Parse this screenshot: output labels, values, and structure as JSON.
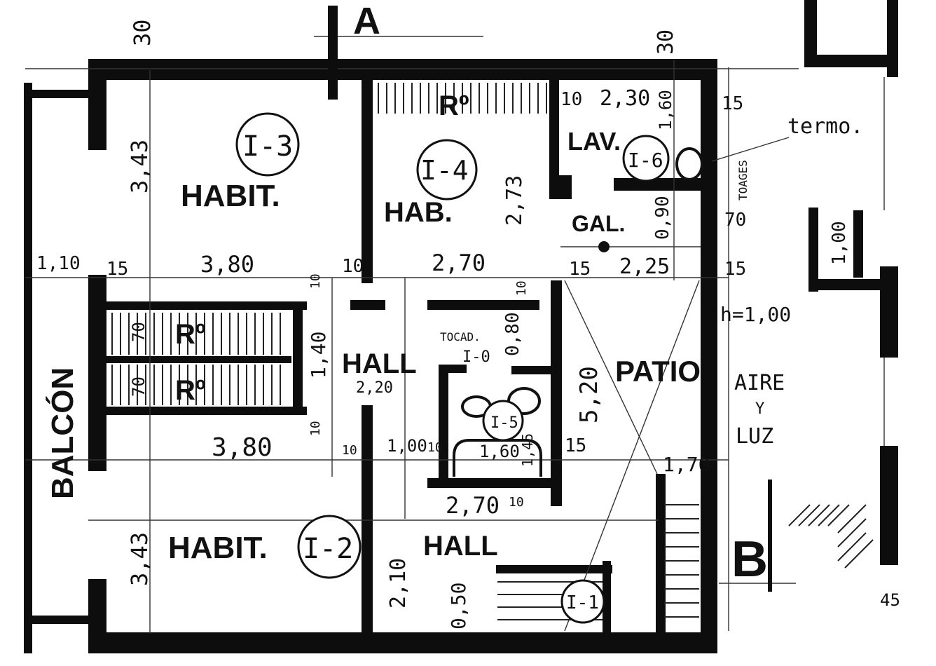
{
  "plan": {
    "section_marks": {
      "a": "A",
      "b": "B"
    },
    "dims": {
      "top_left_30": "30",
      "top_right_30": "30",
      "d_343_top": "3,43",
      "d_343_bottom": "3,43",
      "d_110": "1,10",
      "d_15_left": "15",
      "d_380_top": "3,80",
      "d_10_a": "10",
      "d_270_top": "2,70",
      "d_273": "2,73",
      "d_10_b": "10",
      "d_230": "2,30",
      "d_160": "1,60",
      "d_15_r1": "15",
      "d_70": "70",
      "d_15_r2": "15",
      "d_15_mid": "15",
      "d_225": "2,25",
      "d_090": "0,90",
      "d_10_c": "10",
      "d_140": "1,40",
      "d_10_d": "10",
      "d_70_a": "70",
      "d_70_b": "70",
      "d_220": "2,20",
      "d_380_mid": "3,80",
      "d_10_e": "10",
      "d_100": "1,00",
      "d_10_f": "10",
      "d_080": "0,80",
      "d_10_g": "10",
      "d_520": "5,20",
      "d_15_h": "15",
      "d_160_b": "1,60",
      "d_145": "1,45",
      "d_270_bot": "2,70",
      "d_10_h": "10",
      "d_210": "2,10",
      "d_050": "0,50",
      "d_170": "1,70",
      "d_h100": "h=1,00",
      "d_100_right": "1,00",
      "d_45": "45"
    },
    "rooms": {
      "habit_top": "HABIT.",
      "hab": "HAB.",
      "lav": "LAV.",
      "gal": "GAL.",
      "hall_mid": "HALL",
      "patio": "PATIO",
      "habit_bot": "HABIT.",
      "hall_bot": "HALL",
      "balcon": "BALCÓN",
      "aire": "AIRE",
      "y": "Y",
      "luz": "LUZ",
      "ro_1": "Rº",
      "ro_2": "Rº",
      "ro_3": "Rº",
      "tocad": "TOCAD.",
      "termo": "termo.",
      "tabique": "TOAGES"
    },
    "tags": {
      "i1": "I-1",
      "i2": "I-2",
      "i3": "I-3",
      "i4": "I-4",
      "i5": "I-5",
      "i6": "I-6",
      "i0": "I-0"
    }
  }
}
